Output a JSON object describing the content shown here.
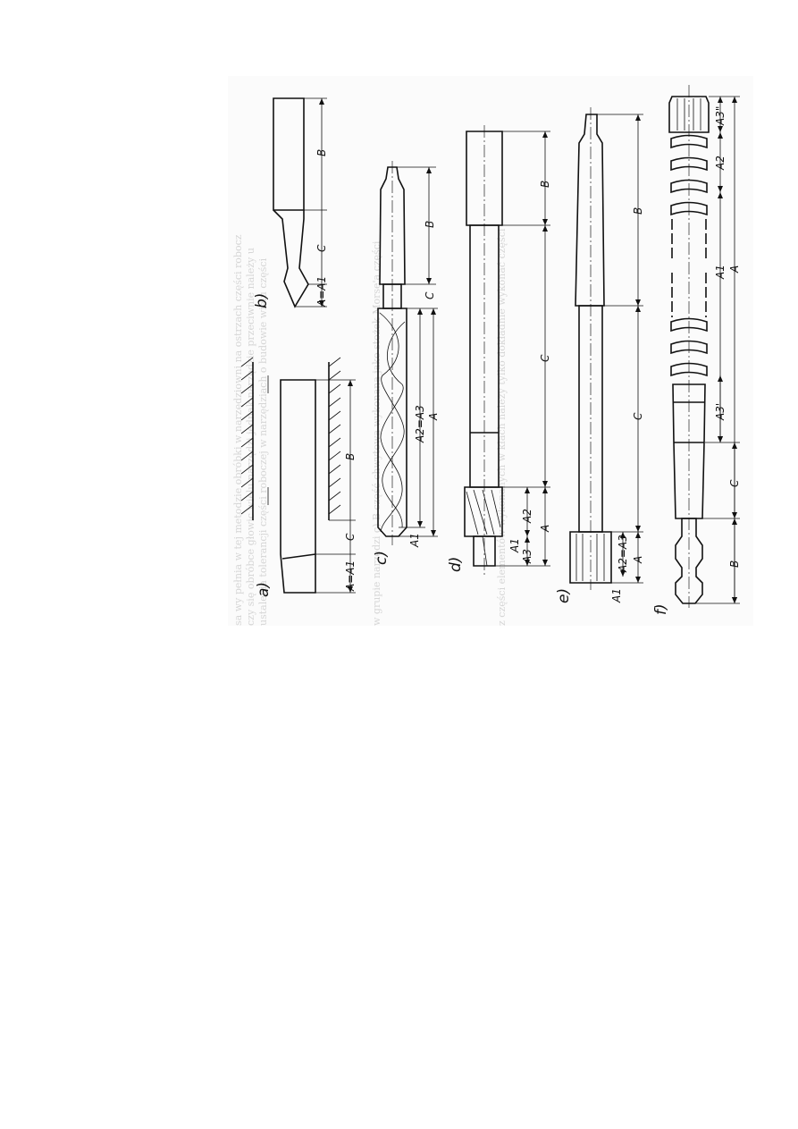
{
  "page": {
    "description": "Scanned textbook page (rotated 90°) showing six cutting tools with dimension zones",
    "figures": [
      {
        "id": "a",
        "label": "a)",
        "tool": "turning tool in holder",
        "dims": [
          "A=A1",
          "C",
          "B"
        ]
      },
      {
        "id": "b",
        "label": "b)",
        "tool": "bent boring tool",
        "dims": [
          "A=A1",
          "C",
          "B"
        ]
      },
      {
        "id": "c",
        "label": "c)",
        "tool": "twist drill with taper shank",
        "dims": [
          "A1",
          "A2=A3",
          "A",
          "C",
          "B"
        ]
      },
      {
        "id": "d",
        "label": "d)",
        "tool": "counterbore / countersink with pilot",
        "dims": [
          "A1",
          "A3",
          "A2",
          "A",
          "C",
          "B"
        ]
      },
      {
        "id": "e",
        "label": "e)",
        "tool": "reamer with taper shank",
        "dims": [
          "A1",
          "A2=A3",
          "A",
          "C",
          "B"
        ]
      },
      {
        "id": "f",
        "label": "f)",
        "tool": "broach",
        "dims": [
          "B",
          "C",
          "A3'",
          "A1",
          "A",
          "A2",
          "A3\""
        ]
      }
    ]
  },
  "labels": {
    "a": "a)",
    "b": "b)",
    "c": "c)",
    "d": "d)",
    "e": "e)",
    "f": "f)",
    "a_A": "A=A1",
    "a_C": "C",
    "a_B": "B",
    "b_A": "A=A1",
    "b_C": "C",
    "b_B": "B",
    "c_A1": "A1",
    "c_A2": "A2=A3",
    "c_A": "A",
    "c_C": "C",
    "c_B": "B",
    "d_A1": "A1",
    "d_A3": "A3",
    "d_A2": "A2",
    "d_A": "A",
    "d_C": "C",
    "d_B": "B",
    "e_A1": "A1",
    "e_A2": "A2=A3",
    "e_A": "A",
    "e_C": "C",
    "e_B": "B",
    "f_B": "B",
    "f_C": "C",
    "f_A3p": "A3'",
    "f_A1": "A1",
    "f_A": "A",
    "f_A2": "A2",
    "f_A3pp": "A3\""
  }
}
